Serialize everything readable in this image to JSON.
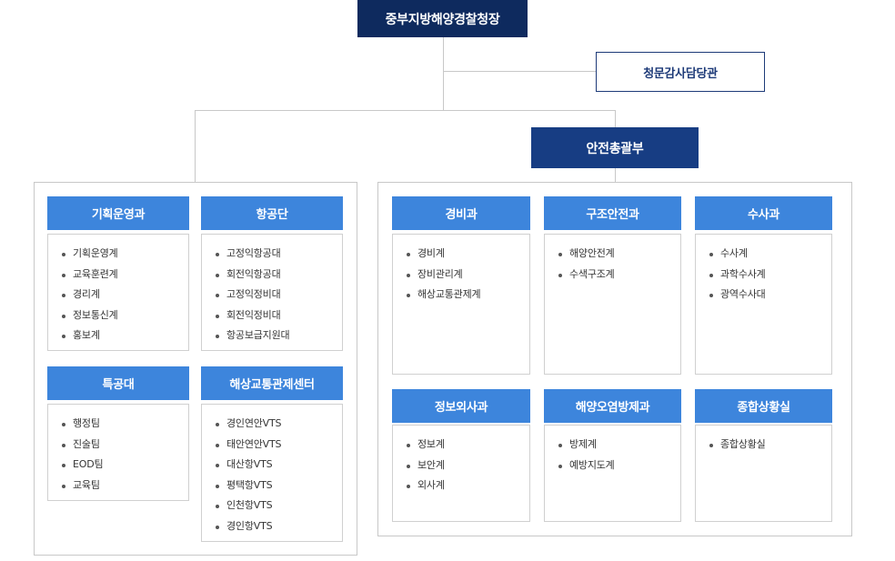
{
  "headquarters": "중부지방해양경찰청장",
  "audit_office": "청문감사담당관",
  "safety_division": "안전총괄부",
  "left_departments": [
    {
      "title": "기획운영과",
      "items": [
        "기획운영계",
        "교육훈련계",
        "경리계",
        "정보통신계",
        "홍보계"
      ]
    },
    {
      "title": "항공단",
      "items": [
        "고정익항공대",
        "회전익항공대",
        "고정익정비대",
        "회전익정비대",
        "항공보급지원대"
      ]
    },
    {
      "title": "특공대",
      "items": [
        "행정팀",
        "진술팀",
        "EOD팀",
        "교육팀"
      ]
    },
    {
      "title": "해상교통관제센터",
      "items": [
        "경인연안VTS",
        "태안연안VTS",
        "대산항VTS",
        "평택항VTS",
        "인천항VTS",
        "경인항VTS"
      ]
    }
  ],
  "right_departments": [
    {
      "title": "경비과",
      "items": [
        "경비계",
        "장비관리계",
        "해상교통관제계"
      ]
    },
    {
      "title": "구조안전과",
      "items": [
        "해양안전계",
        "수색구조계"
      ]
    },
    {
      "title": "수사과",
      "items": [
        "수사계",
        "과학수사계",
        "광역수사대"
      ]
    },
    {
      "title": "정보외사과",
      "items": [
        "정보계",
        "보안계",
        "외사계"
      ]
    },
    {
      "title": "해양오염방제과",
      "items": [
        "방제계",
        "예방지도계"
      ]
    },
    {
      "title": "종합상황실",
      "items": [
        "종합상황실"
      ]
    }
  ]
}
